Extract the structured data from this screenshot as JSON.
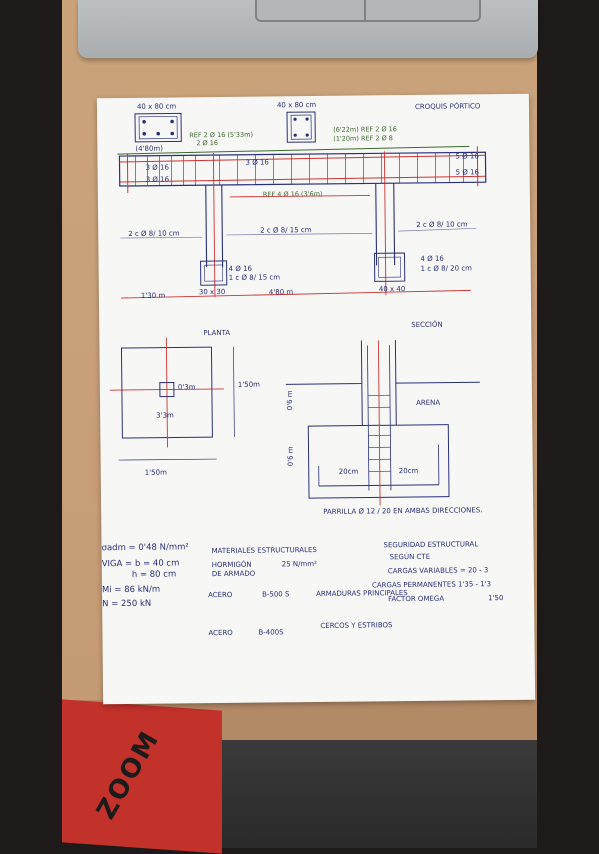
{
  "sheet": {
    "title": "CROQUIS PÓRTICO",
    "beam_left": "40 x 80 cm",
    "beam_right": "40 x 80 cm",
    "bars_left": "REF 2 Ø 16 (5'33m)",
    "bars_left_b": "2 Ø 16",
    "lengths_left": "(4'80m)",
    "bars_mid_a": "(6'22m) REF 2 Ø 16",
    "bars_mid_b": "(1'20m) REF 2 Ø 8",
    "bars_beam_a": "3 Ø 16",
    "bars_beam_b": "3 Ø 16",
    "bars_beam_c": "3 Ø 16",
    "bars_right_a": "5 Ø 16",
    "bars_right_b": "5 Ø 16",
    "bars_bottom": "REF 4 Ø 16 (3'6m)",
    "stirrups_left": "2 c Ø 8/ 10 cm",
    "stirrups_mid": "2 c Ø 8/ 15 cm",
    "stirrups_right": "2 c Ø 8/ 10 cm",
    "col_left_bars": "4 Ø 16",
    "col_left_stir": "1 c Ø 8/ 15 cm",
    "col_left_dim": "30 x 30",
    "col_right_bars": "4 Ø 16",
    "col_right_stir": "1 c Ø 8/ 20 cm",
    "col_right_dim": "40 x 40",
    "span_left": "1'30 m",
    "span_mid": "4'80 m",
    "planta": "PLANTA",
    "seccion": "SECCIÓN",
    "footing_w": "1'50m",
    "footing_h": "1'50m",
    "col_small_a": "0'3m",
    "col_small_b": "3'3m",
    "arena": "ARENA",
    "h1": "0'6 m",
    "h2": "0'6 m",
    "cover_a": "20cm",
    "cover_b": "20cm",
    "parrilla": "PARRILLA Ø 12 / 20 EN AMBAS DIRECCIONES.",
    "soil": "σadm = 0'48 N/mm²",
    "viga": "VIGA = b = 40 cm",
    "viga_h": "h = 80 cm",
    "mi": "Mi = 86 kN/m",
    "n": "N = 250 kN",
    "mat_title": "MATERIALES ESTRUCTURALES",
    "hormigon": "HORMIGÓN",
    "hormigon_val": "25 N/mm²",
    "armado": "DE ARMADO",
    "acero1": "ACERO",
    "acero1_val": "B-500 S",
    "acero1_use": "ARMADURAS PRINCIPALES",
    "acero2": "ACERO",
    "acero2_val": "B-400S",
    "acero2_use": "CERCOS Y ESTRIBOS",
    "seg_title": "SEGURIDAD ESTRUCTURAL",
    "seg_sub": "SEGÚN CTE",
    "cargas_var": "CARGAS VARIABLES = 20 - 3",
    "cargas_perm": "CARGAS PERMANENTES 1'35 - 1'3",
    "factor": "FACTOR OMEGA",
    "factor_val": "1'50"
  },
  "scene": {
    "redbox_text": "ZOOM"
  }
}
